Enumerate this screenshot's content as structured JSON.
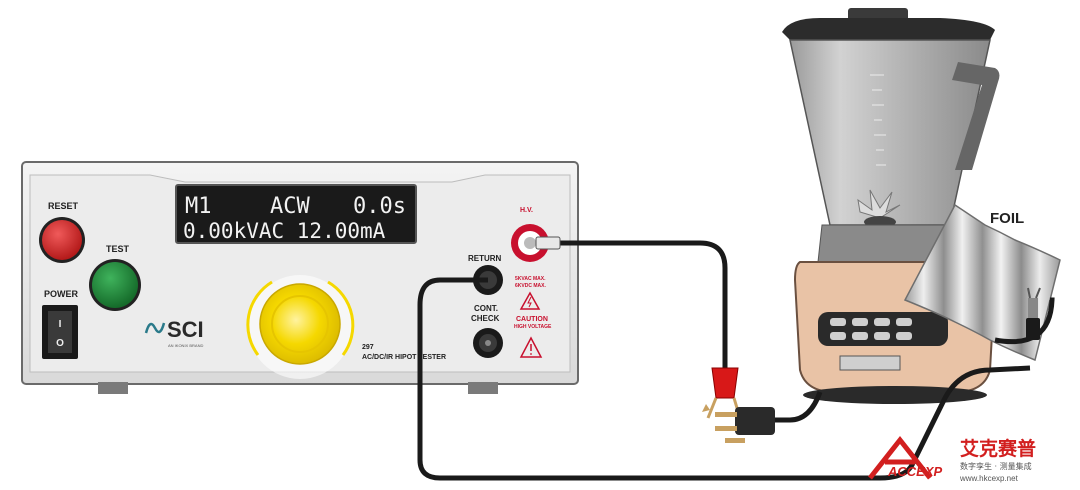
{
  "tester": {
    "display": {
      "line1_a": "M1",
      "line1_b": "ACW",
      "line1_c": "0.0s",
      "line2": "0.00kVAC 12.00mA"
    },
    "reset_label": "RESET",
    "test_label": "TEST",
    "power_label": "POWER",
    "power_on_mark": "I",
    "power_off_mark": "O",
    "brand": "SCI",
    "brand_sub": "AN IKONIX BRAND",
    "model_number": "297",
    "model_name": "AC/DC/IR HIPOT TESTER",
    "hv_label": "H.V.",
    "hv_rating_1": "5KVAC MAX.",
    "hv_rating_2": "6KVDC MAX.",
    "caution_label": "CAUTION",
    "caution_sub": "HIGH VOLTAGE",
    "return_label": "RETURN",
    "cont_label_1": "CONT.",
    "cont_label_2": "CHECK"
  },
  "appliance": {
    "foil_label": "FOIL"
  },
  "watermark": {
    "logo_text": "ACCEXP",
    "brand_cn": "艾克赛普",
    "tagline_cn": "数字孪生 · 测量集成",
    "url": "www.hkcexp.net"
  },
  "colors": {
    "reset_button": "#d42a2a",
    "test_button": "#1f8a3a",
    "lcd_background": "#1a1a1a",
    "lcd_text": "#f2f2f2",
    "knob": "#f5d800",
    "hv_jack": "#c8102e",
    "clip": "#d81818",
    "blender_base": "#e9c3a6",
    "watermark_red": "#d21f1f"
  }
}
